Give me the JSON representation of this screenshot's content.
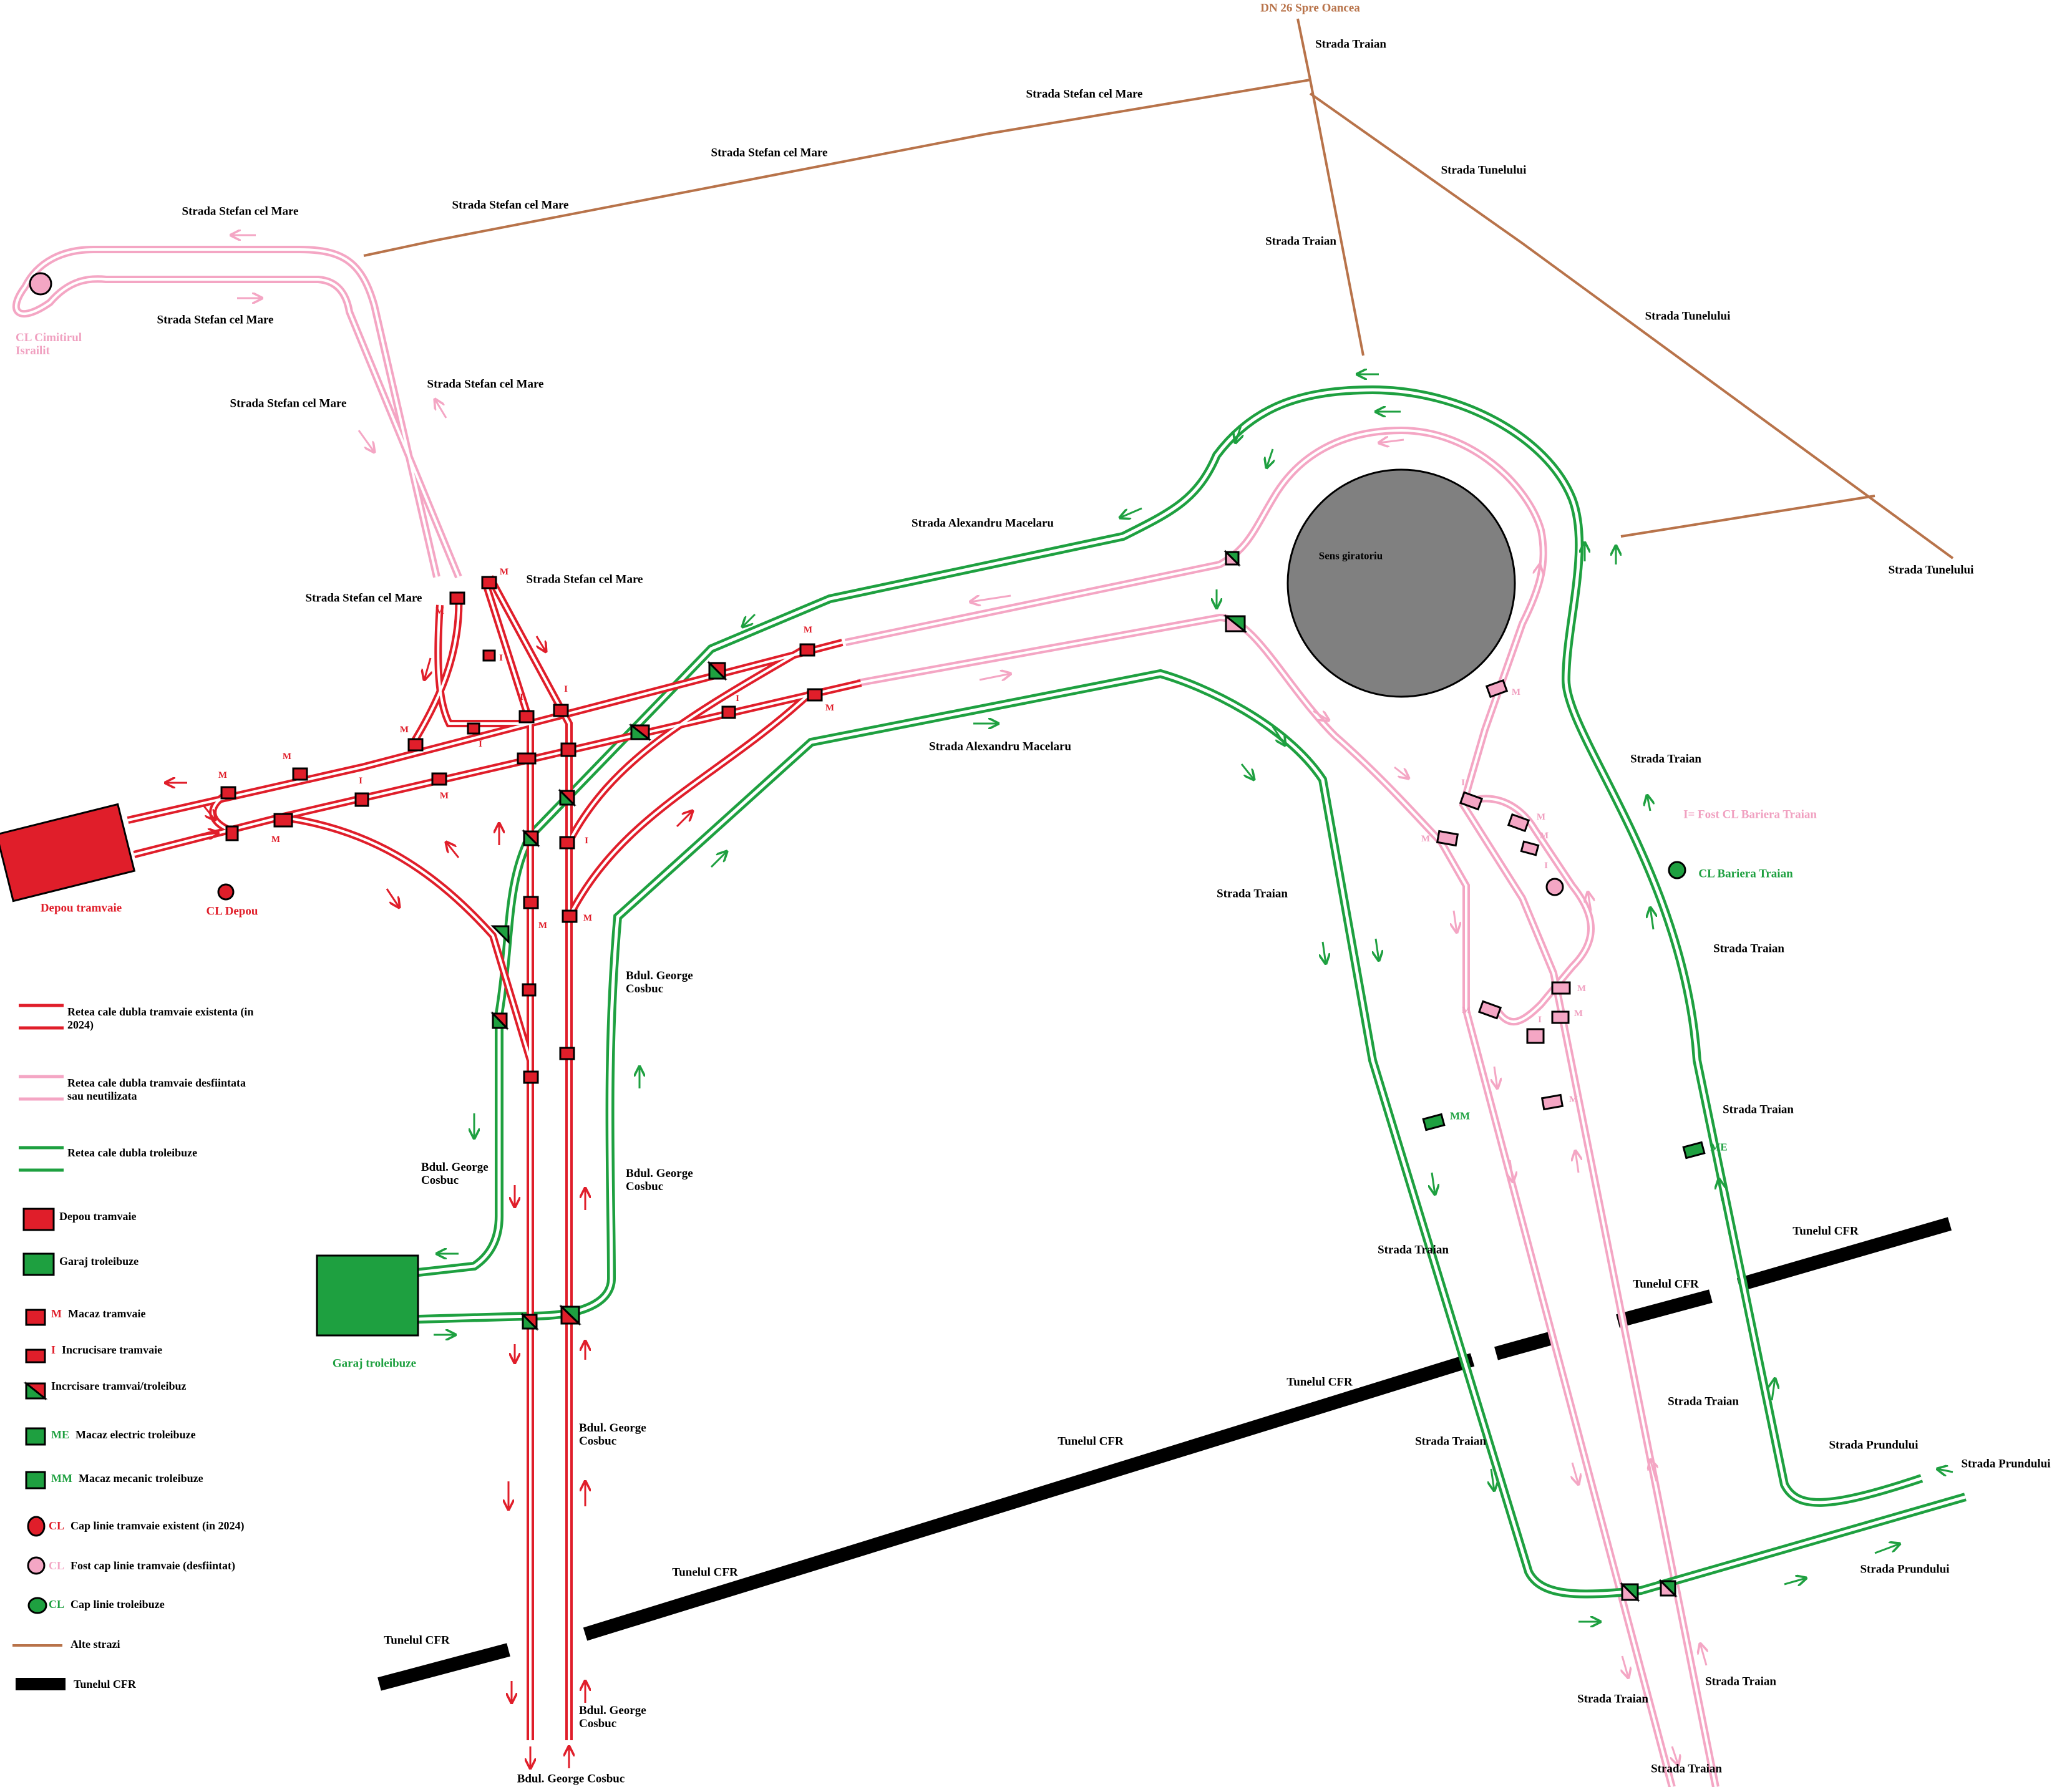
{
  "colors": {
    "tram": "#e01e2a",
    "tram_disused": "#f4a6c4",
    "trolleybus": "#1ea040",
    "other_streets": "#b8734a",
    "tunnel": "#000000",
    "roundabout": "#808080"
  },
  "labels": {
    "dn26": "DN 26 Spre Oancea",
    "traian_n1": "Strada Traian",
    "traian_n2": "Strada Traian",
    "stefan_1": "Strada Stefan cel Mare",
    "stefan_2": "Strada Stefan cel Mare",
    "stefan_3": "Strada Stefan cel Mare",
    "stefan_4": "Strada Stefan cel Mare",
    "stefan_5": "Strada Stefan cel Mare",
    "stefan_6": "Strada Stefan cel Mare",
    "stefan_7": "Strada Stefan cel Mare",
    "stefan_8": "Strada Stefan cel Mare",
    "stefan_9": "Strada Stefan cel Mare",
    "tunelului_1": "Strada Tunelului",
    "tunelului_2": "Strada Tunelului",
    "tunelului_3": "Strada Tunelului",
    "cl_cimitirul": "CL Cimitirul Israilit",
    "macelaru_1": "Strada Alexandru Macelaru",
    "macelaru_2": "Strada Alexandru Macelaru",
    "sens_giratoriu": "Sens giratoriu",
    "traian_1": "Strada Traian",
    "traian_2": "Strada Traian",
    "traian_3": "Strada Traian",
    "traian_4": "Strada Traian",
    "traian_5": "Strada Traian",
    "traian_6": "Strada Traian",
    "traian_7": "Strada Traian",
    "traian_8": "Strada Traian",
    "traian_9": "Strada Traian",
    "traian_10": "Strada Traian",
    "fost_cl_bariera": "I= Fost CL Bariera Traian",
    "cl_bariera": "CL Bariera Traian",
    "depou": "Depou tramvaie",
    "cl_depou": "CL Depou",
    "cosbuc_1": "Bdul. George Cosbuc",
    "cosbuc_2": "Bdul. George Cosbuc",
    "cosbuc_3": "Bdul. George Cosbuc",
    "cosbuc_4": "Bdul. George Cosbuc",
    "cosbuc_5": "Bdul. George Cosbuc",
    "cosbuc_6": "Bdul. George Cosbuc",
    "garaj": "Garaj troleibuze",
    "prundului_1": "Strada Prundului",
    "prundului_2": "Strada Prundului",
    "prundului_3": "Strada Prundului",
    "tunel_1": "Tunelul CFR",
    "tunel_2": "Tunelul CFR",
    "tunel_3": "Tunelul CFR",
    "tunel_4": "Tunelul CFR",
    "tunel_5": "Tunelul CFR",
    "tunel_6": "Tunelul CFR",
    "tunel_7": "Tunelul CFR",
    "mark_m": "M",
    "mark_i": "I",
    "mark_mm": "MM",
    "mark_me": "ME"
  },
  "legend": [
    {
      "symbol": "tram-line",
      "code": "",
      "text": "Retea cale dubla tramvaie existenta (in 2024)"
    },
    {
      "symbol": "disused-line",
      "code": "",
      "text": "Retea cale dubla tramvaie desfiintata sau neutilizata"
    },
    {
      "symbol": "trolley-line",
      "code": "",
      "text": "Retea cale dubla troleibuze"
    },
    {
      "symbol": "depot-box",
      "code": "",
      "text": "Depou tramvaie"
    },
    {
      "symbol": "garage-box",
      "code": "",
      "text": "Garaj troleibuze"
    },
    {
      "symbol": "red-square",
      "code": "M",
      "text": "Macaz tramvaie"
    },
    {
      "symbol": "red-small",
      "code": "I",
      "text": "Incrucisare tramvaie"
    },
    {
      "symbol": "crossing-square",
      "code": "",
      "text": "Incrcisare tramvai/troleibuz"
    },
    {
      "symbol": "green-square",
      "code": "ME",
      "text": "Macaz electric troleibuze"
    },
    {
      "symbol": "green-square",
      "code": "MM",
      "text": "Macaz mecanic troleibuze"
    },
    {
      "symbol": "red-circle",
      "code": "CL",
      "text": "Cap linie tramvaie existent (in 2024)"
    },
    {
      "symbol": "pink-circle",
      "code": "CL",
      "text": "Fost cap linie tramvaie (desfiintat)"
    },
    {
      "symbol": "green-circle",
      "code": "CL",
      "text": "Cap linie troleibuze"
    },
    {
      "symbol": "street-line",
      "code": "",
      "text": "Alte strazi"
    },
    {
      "symbol": "tunnel-line",
      "code": "",
      "text": "Tunelul CFR"
    }
  ]
}
